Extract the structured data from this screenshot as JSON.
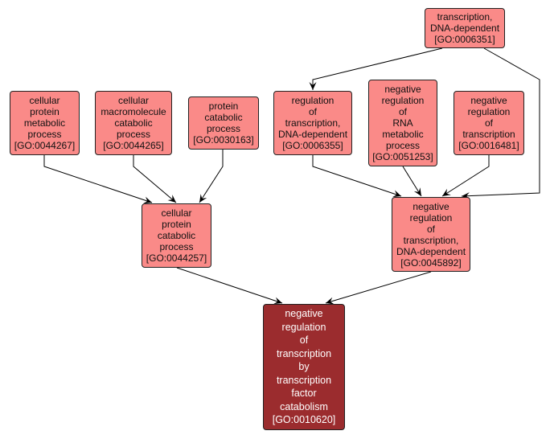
{
  "diagram": {
    "title": "GO term ancestry graph",
    "nodes": [
      {
        "id": "GO:0006351",
        "lines": [
          "transcription,",
          "DNA-dependent",
          "[GO:0006351]"
        ],
        "type": "ancestor"
      },
      {
        "id": "GO:0044267",
        "lines": [
          "cellular",
          "protein",
          "metabolic",
          "process",
          "[GO:0044267]"
        ],
        "type": "ancestor"
      },
      {
        "id": "GO:0044265",
        "lines": [
          "cellular",
          "macromolecule",
          "catabolic",
          "process",
          "[GO:0044265]"
        ],
        "type": "ancestor"
      },
      {
        "id": "GO:0030163",
        "lines": [
          "protein",
          "catabolic",
          "process",
          "[GO:0030163]"
        ],
        "type": "ancestor"
      },
      {
        "id": "GO:0006355",
        "lines": [
          "regulation",
          "of",
          "transcription,",
          "DNA-dependent",
          "[GO:0006355]"
        ],
        "type": "ancestor"
      },
      {
        "id": "GO:0051253",
        "lines": [
          "negative",
          "regulation",
          "of",
          "RNA",
          "metabolic",
          "process",
          "[GO:0051253]"
        ],
        "type": "ancestor"
      },
      {
        "id": "GO:0016481",
        "lines": [
          "negative",
          "regulation",
          "of",
          "transcription",
          "[GO:0016481]"
        ],
        "type": "ancestor"
      },
      {
        "id": "GO:0044257",
        "lines": [
          "cellular",
          "protein",
          "catabolic",
          "process",
          "[GO:0044257]"
        ],
        "type": "ancestor"
      },
      {
        "id": "GO:0045892",
        "lines": [
          "negative",
          "regulation",
          "of",
          "transcription,",
          "DNA-dependent",
          "[GO:0045892]"
        ],
        "type": "ancestor"
      },
      {
        "id": "GO:0010620",
        "lines": [
          "negative",
          "regulation",
          "of",
          "transcription",
          "by",
          "transcription",
          "factor",
          "catabolism",
          "[GO:0010620]"
        ],
        "type": "focus"
      }
    ],
    "edges": [
      {
        "from": "GO:0006351",
        "to": "GO:0006355"
      },
      {
        "from": "GO:0006351",
        "to": "GO:0045892"
      },
      {
        "from": "GO:0044267",
        "to": "GO:0044257"
      },
      {
        "from": "GO:0044265",
        "to": "GO:0044257"
      },
      {
        "from": "GO:0030163",
        "to": "GO:0044257"
      },
      {
        "from": "GO:0006355",
        "to": "GO:0045892"
      },
      {
        "from": "GO:0051253",
        "to": "GO:0045892"
      },
      {
        "from": "GO:0016481",
        "to": "GO:0045892"
      },
      {
        "from": "GO:0044257",
        "to": "GO:0010620"
      },
      {
        "from": "GO:0045892",
        "to": "GO:0010620"
      }
    ],
    "colors": {
      "ancestor_fill": "#fa8a88",
      "focus_fill": "#9b2c2e",
      "edge": "#000000"
    }
  }
}
